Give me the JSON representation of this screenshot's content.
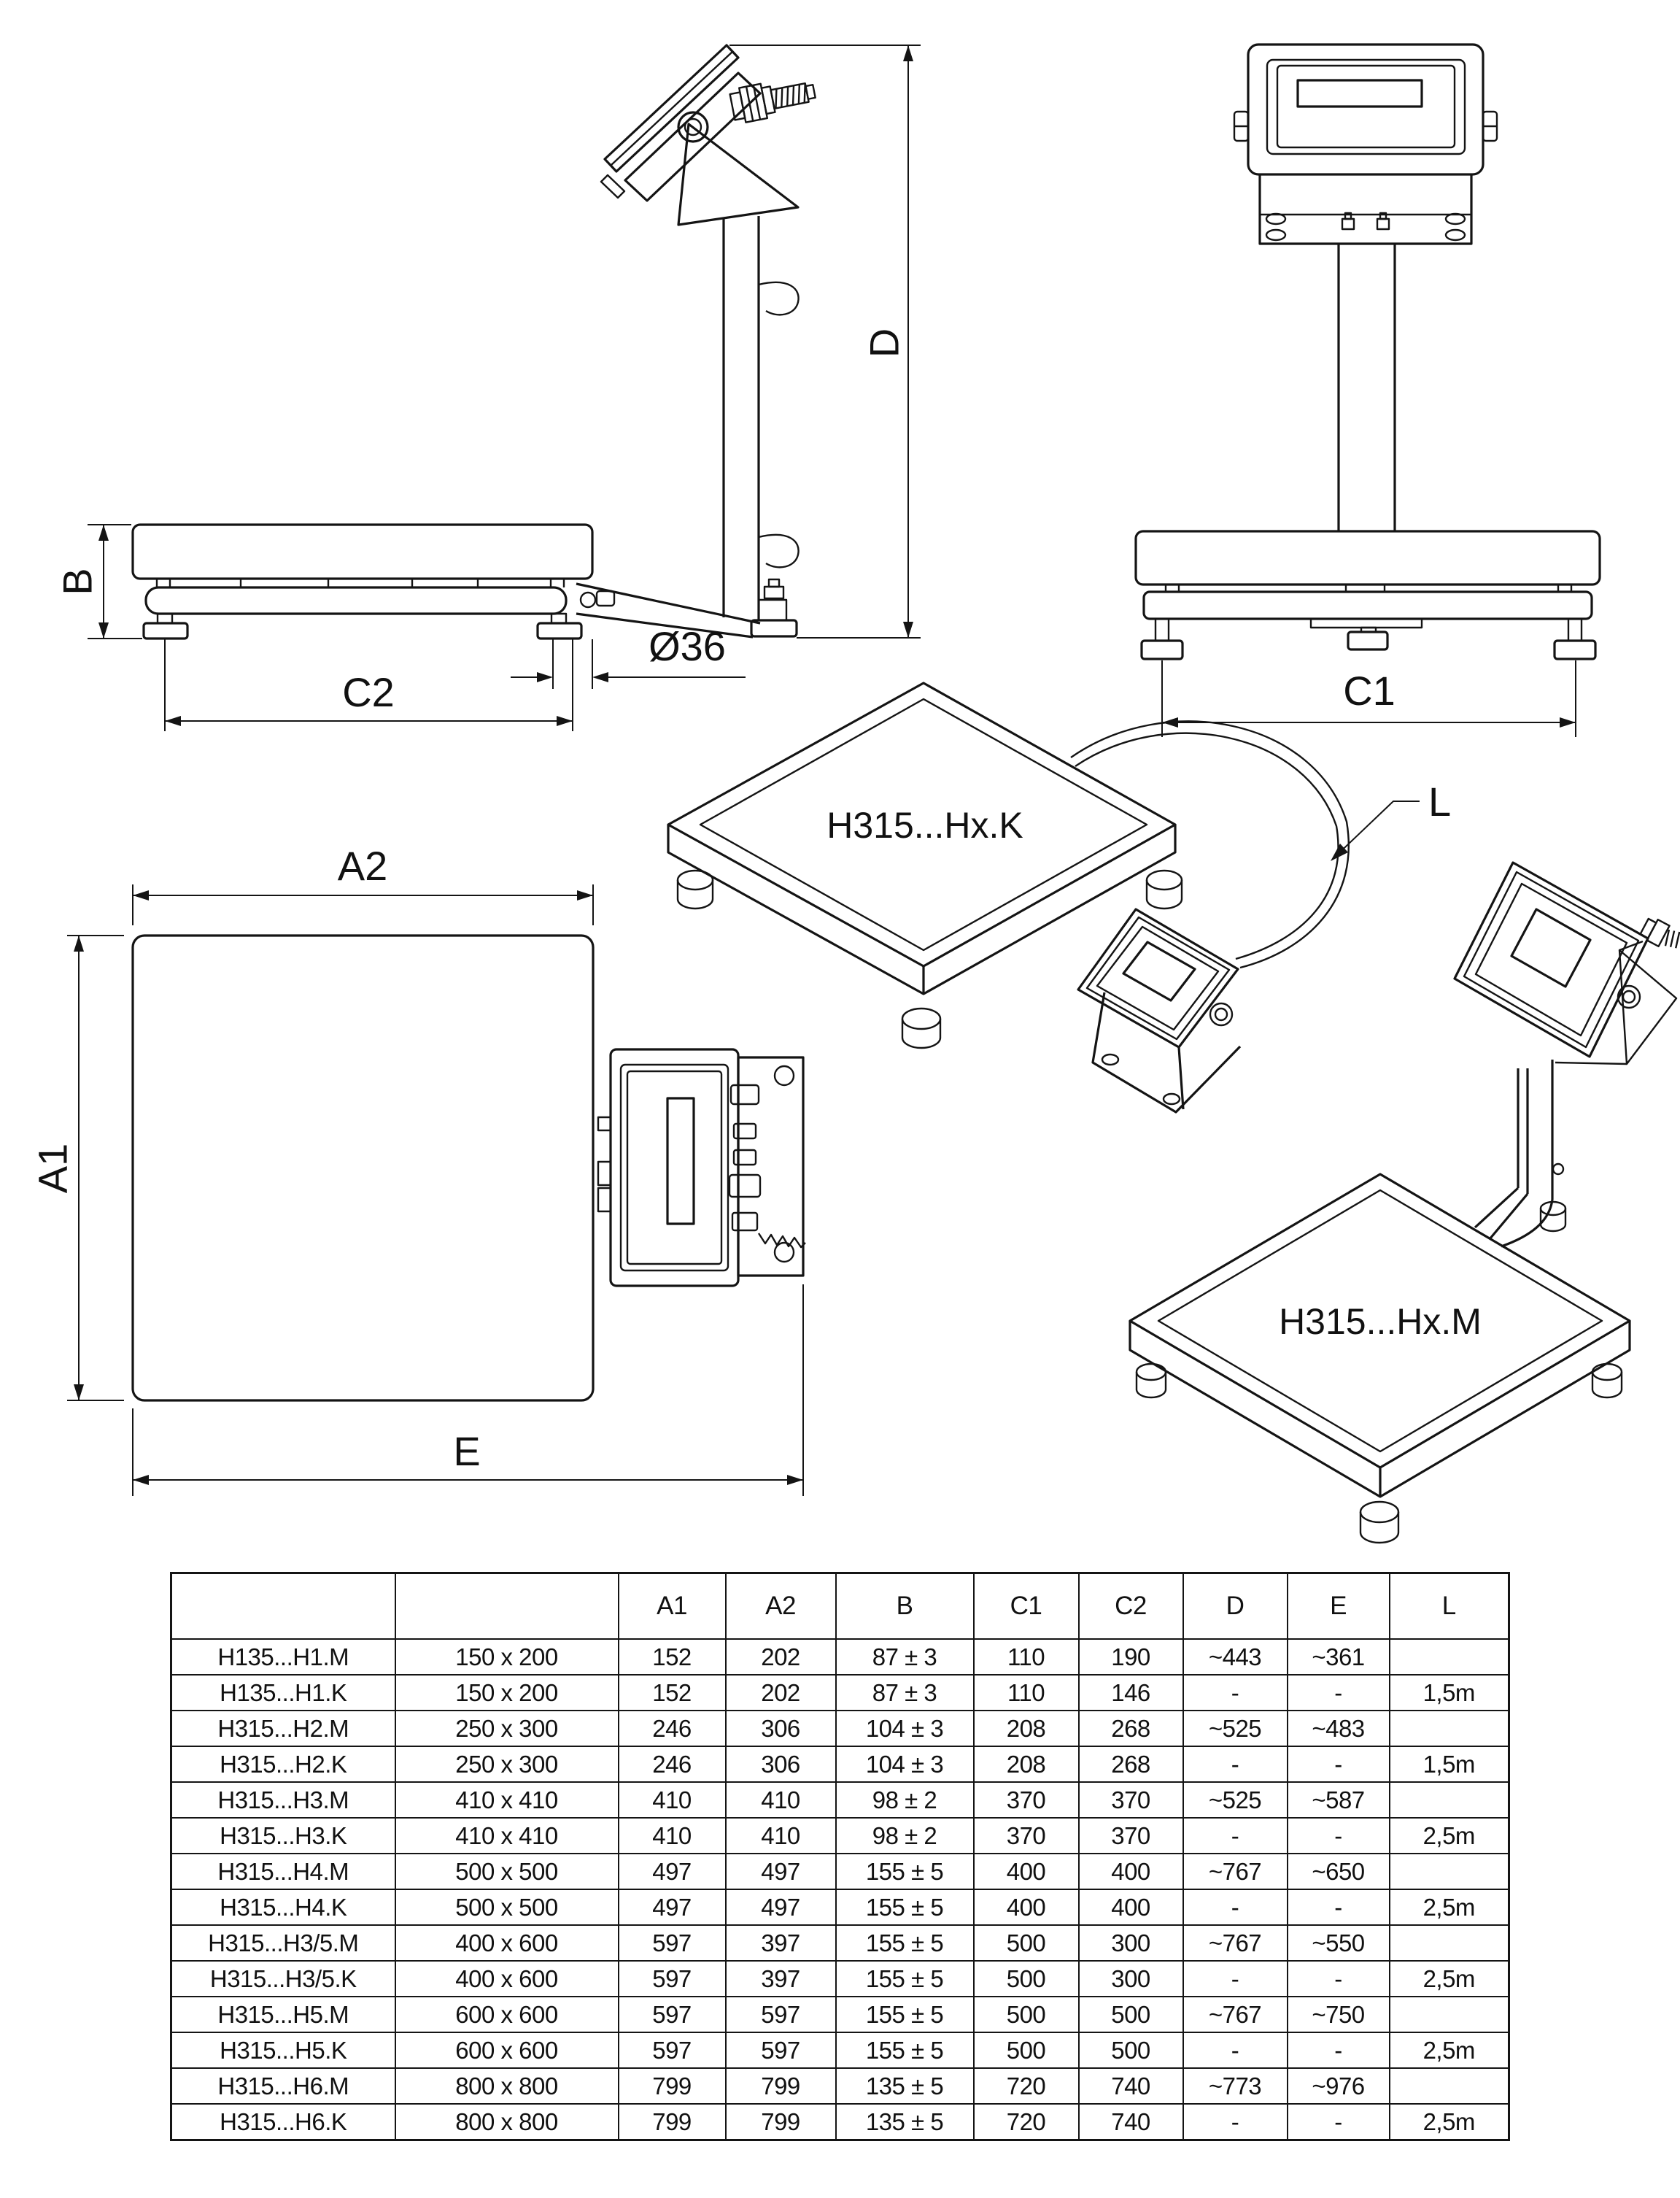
{
  "views": {
    "side": {
      "labels": {
        "b": "B",
        "c2": "C2",
        "d": "D",
        "dia": "Ø36"
      }
    },
    "front": {
      "labels": {
        "c1": "C1"
      }
    },
    "plan": {
      "labels": {
        "a1": "A1",
        "a2": "A2",
        "e": "E"
      }
    },
    "iso_k": {
      "label": "H315...Hx.K",
      "cable_label": "L"
    },
    "iso_m": {
      "label": "H315...Hx.M"
    }
  },
  "table": {
    "headers": [
      "",
      "",
      "A1",
      "A2",
      "B",
      "C1",
      "C2",
      "D",
      "E",
      "L"
    ],
    "rows": [
      [
        "H135...H1.M",
        "150 x 200",
        "152",
        "202",
        "87 ± 3",
        "110",
        "190",
        "~443",
        "~361",
        ""
      ],
      [
        "H135...H1.K",
        "150 x 200",
        "152",
        "202",
        "87 ± 3",
        "110",
        "146",
        "-",
        "-",
        "1,5m"
      ],
      [
        "H315...H2.M",
        "250 x 300",
        "246",
        "306",
        "104 ± 3",
        "208",
        "268",
        "~525",
        "~483",
        ""
      ],
      [
        "H315...H2.K",
        "250 x 300",
        "246",
        "306",
        "104 ± 3",
        "208",
        "268",
        "-",
        "-",
        "1,5m"
      ],
      [
        "H315...H3.M",
        "410 x 410",
        "410",
        "410",
        "98 ± 2",
        "370",
        "370",
        "~525",
        "~587",
        ""
      ],
      [
        "H315...H3.K",
        "410 x 410",
        "410",
        "410",
        "98 ± 2",
        "370",
        "370",
        "-",
        "-",
        "2,5m"
      ],
      [
        "H315...H4.M",
        "500 x 500",
        "497",
        "497",
        "155 ± 5",
        "400",
        "400",
        "~767",
        "~650",
        ""
      ],
      [
        "H315...H4.K",
        "500 x 500",
        "497",
        "497",
        "155 ± 5",
        "400",
        "400",
        "-",
        "-",
        "2,5m"
      ],
      [
        "H315...H3/5.M",
        "400 x 600",
        "597",
        "397",
        "155 ± 5",
        "500",
        "300",
        "~767",
        "~550",
        ""
      ],
      [
        "H315...H3/5.K",
        "400 x 600",
        "597",
        "397",
        "155 ± 5",
        "500",
        "300",
        "-",
        "-",
        "2,5m"
      ],
      [
        "H315...H5.M",
        "600 x 600",
        "597",
        "597",
        "155 ± 5",
        "500",
        "500",
        "~767",
        "~750",
        ""
      ],
      [
        "H315...H5.K",
        "600 x 600",
        "597",
        "597",
        "155 ± 5",
        "500",
        "500",
        "-",
        "-",
        "2,5m"
      ],
      [
        "H315...H6.M",
        "800 x 800",
        "799",
        "799",
        "135 ± 5",
        "720",
        "740",
        "~773",
        "~976",
        ""
      ],
      [
        "H315...H6.K",
        "800 x 800",
        "799",
        "799",
        "135 ± 5",
        "720",
        "740",
        "-",
        "-",
        "2,5m"
      ]
    ]
  },
  "colors": {
    "line": "#141414",
    "background": "#ffffff"
  }
}
